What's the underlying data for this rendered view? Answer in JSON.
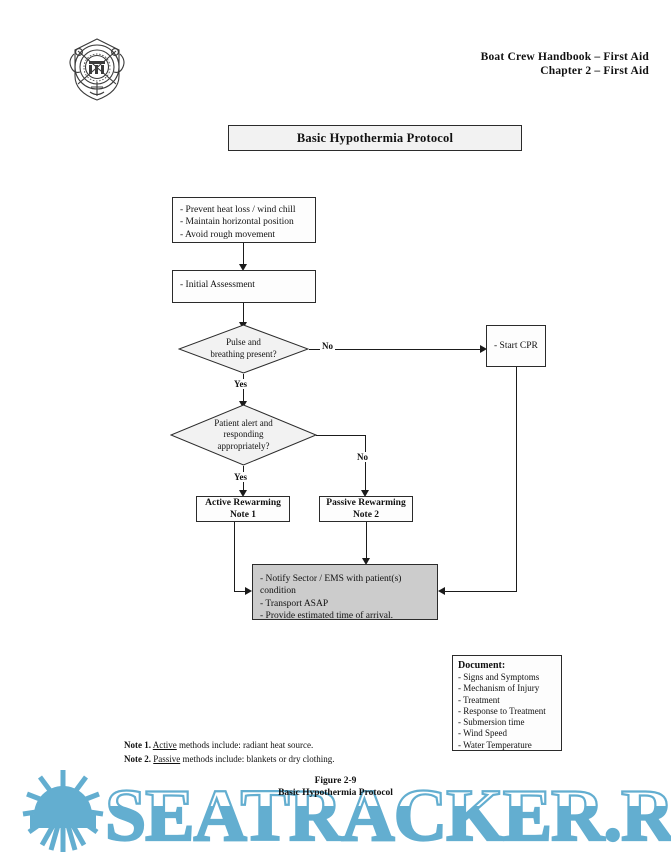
{
  "header": {
    "line1": "Boat Crew Handbook – First Aid",
    "line2": "Chapter 2 – First Aid",
    "seal_alt": "United States Coast Guard seal"
  },
  "title": "Basic Hypothermia Protocol",
  "flow": {
    "prevent": "- Prevent heat loss / wind chill\n- Maintain horizontal position\n- Avoid rough movement",
    "prevent_lines": [
      "- Prevent heat loss / wind chill",
      "- Maintain horizontal position",
      "- Avoid rough movement"
    ],
    "initial_assessment": "- Initial Assessment",
    "decision1_lines": [
      "Pulse and",
      "breathing present?"
    ],
    "decision2_lines": [
      "Patient alert and",
      "responding",
      "appropriately?"
    ],
    "start_cpr": "- Start CPR",
    "active_rewarming": [
      "Active Rewarming",
      "Note 1"
    ],
    "passive_rewarming": [
      "Passive Rewarming",
      "Note 2"
    ],
    "notify_lines": [
      "- Notify Sector / EMS with patient(s) condition",
      "- Transport ASAP",
      "- Provide estimated time of arrival."
    ],
    "labels": {
      "yes1": "Yes",
      "no1": "No",
      "yes2": "Yes",
      "no2": "No"
    }
  },
  "document_panel": {
    "heading": "Document:",
    "items": [
      "- Signs and Symptoms",
      "- Mechanism of Injury",
      "- Treatment",
      "- Response to Treatment",
      "- Submersion time",
      "- Wind Speed",
      "- Water Temperature"
    ]
  },
  "notes": [
    {
      "label": "Note 1.",
      "term": "Active",
      "text": " methods include: radiant heat source."
    },
    {
      "label": "Note 2.",
      "term": "Passive",
      "text": " methods include: blankets or dry clothing."
    }
  ],
  "caption": {
    "figure": "Figure 2-9",
    "title": "Basic Hypothermia Protocol"
  },
  "watermark": {
    "text": "SEATRACKER.RU",
    "color": "#63aed0"
  },
  "colors": {
    "node_fill": "#fdfdfd",
    "gray_fill": "#cccccc",
    "title_fill": "#f2f2f2",
    "stroke": "#2b2b2b",
    "watermark": "#63aed0"
  }
}
